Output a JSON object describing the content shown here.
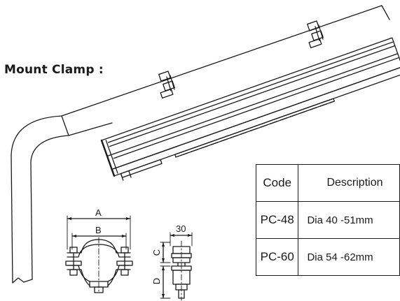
{
  "title": "Mount Clamp :",
  "dimension_labels": {
    "a": "A",
    "b": "B",
    "c": "C",
    "d": "D",
    "width": "30"
  },
  "table": {
    "headers": [
      "Code",
      "Description"
    ],
    "rows": [
      [
        "PC-48",
        "Dia 40 -51mm"
      ],
      [
        "PC-60",
        "Dia 54 -62mm"
      ]
    ]
  }
}
